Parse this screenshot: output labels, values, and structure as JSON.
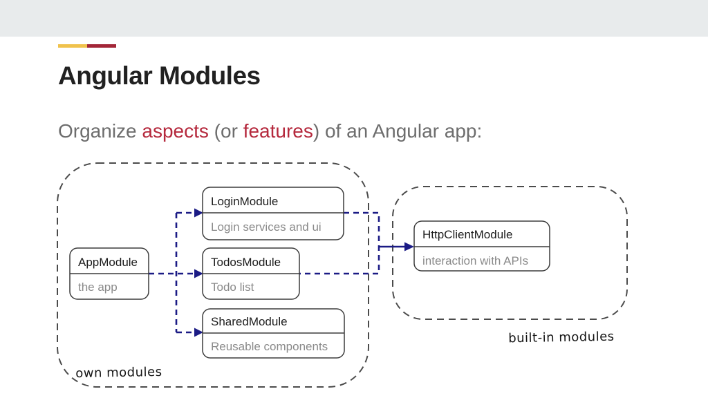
{
  "slide": {
    "title": "Angular Modules",
    "subtitle": {
      "part1": "Organize ",
      "highlight1": "aspects",
      "part2": " (or ",
      "highlight2": "features",
      "part3": ") of an Angular app:"
    }
  },
  "diagram": {
    "own_group_label": "own modules",
    "builtin_group_label": "built-in modules",
    "modules": {
      "app": {
        "name": "AppModule",
        "desc": "the app"
      },
      "login": {
        "name": "LoginModule",
        "desc": "Login services and ui"
      },
      "todos": {
        "name": "TodosModule",
        "desc": "Todo list"
      },
      "shared": {
        "name": "SharedModule",
        "desc": "Reusable components"
      },
      "http": {
        "name": "HttpClientModule",
        "desc": "interaction with APIs"
      }
    }
  },
  "colors": {
    "header_band": "#e8ebec",
    "accent_yellow": "#f0c24c",
    "accent_red": "#a32638",
    "subtitle_gray": "#6d6d6d",
    "highlight_red": "#b5293d",
    "arrow_navy": "#1b1b85",
    "container_dash_gray": "#4b4b4b",
    "box_border": "#3b3b3b",
    "box_subtitle_gray": "#8a8a8a"
  }
}
